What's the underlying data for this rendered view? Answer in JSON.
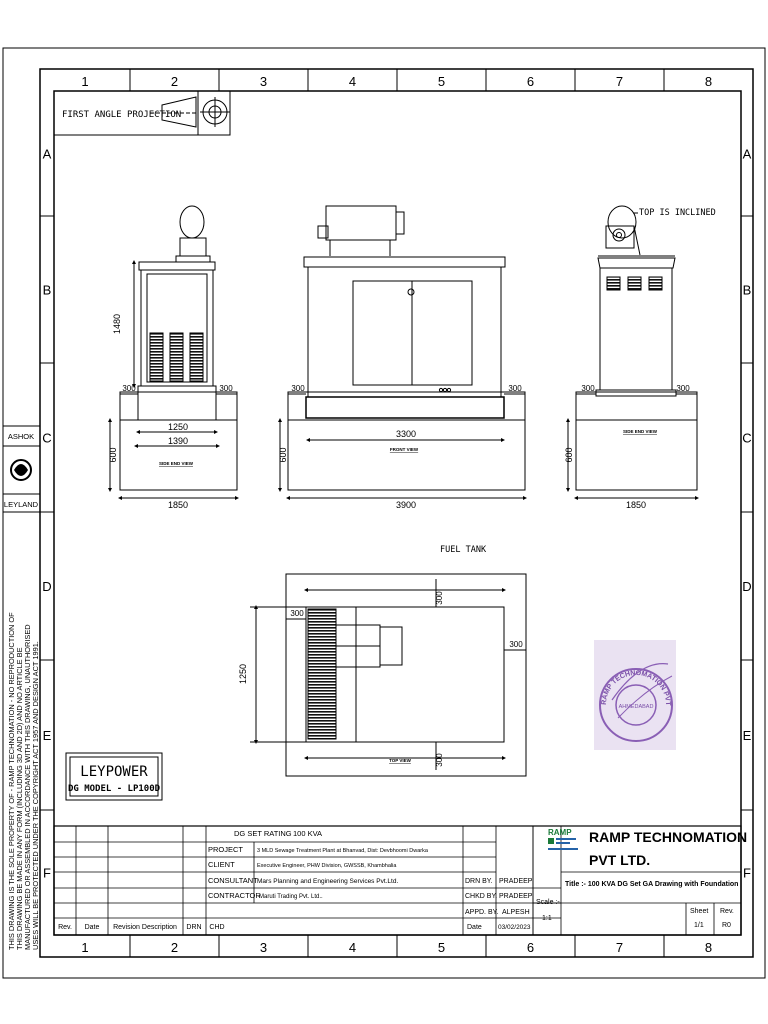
{
  "grid": {
    "columns": [
      "1",
      "2",
      "3",
      "4",
      "5",
      "6",
      "7",
      "8"
    ],
    "rows": [
      "A",
      "B",
      "C",
      "D",
      "E",
      "F"
    ]
  },
  "projection": {
    "label": "FIRST ANGLE PROJECTION"
  },
  "side_margin": {
    "logo_top": "ASHOK",
    "logo_bottom": "LEYLAND",
    "copyright_notice": [
      "THIS DRAWING IS THE SOLE PROPERTY OF - RAMP TECHNOMATION - NO REPRODUCTION OF",
      "THIS DRAWING BE MADE IN ANY FORM (INCLUDING 3D AND 2D) AND NO ARTICLE BE",
      "MANUFACTURED OR ASSEMBLED IN ACCORDANCE WITH THIS DRAWING, UNAUTHORISED",
      "USES WILL BE PROTECTED UNDER THE COPYRIGHT ACT 1957 AND DESIGN ACT 1991."
    ]
  },
  "views": {
    "side_left": {
      "label": "SIDE END VIEW",
      "dims": {
        "height": "1480",
        "left_offset": "300",
        "right_offset": "300",
        "inner_width": "1250",
        "outer_width": "1390",
        "foundation_height": "600",
        "foundation_width": "1850"
      }
    },
    "front": {
      "label": "FRONT VIEW",
      "dims": {
        "left_offset": "300",
        "right_offset": "300",
        "inner_width": "3300",
        "foundation_height": "600",
        "foundation_width": "3900"
      }
    },
    "side_right": {
      "label": "SIDE END VIEW",
      "note": "TOP IS INCLINED",
      "dims": {
        "left_offset": "300",
        "right_offset": "300",
        "foundation_height": "600",
        "foundation_width": "1850"
      }
    },
    "top": {
      "label": "TOP VIEW",
      "note": "FUEL TANK",
      "dims": {
        "width": "1250",
        "top_offset": "300",
        "bottom_offset": "300",
        "left_offset": "300",
        "right_offset": "300"
      }
    }
  },
  "model_box": {
    "brand": "LEYPOWER",
    "model": "DG MODEL - LP100D"
  },
  "stamp": {
    "top_text": "RAMP TECHNOMATION PVT. LTD.",
    "center_text": "AHMEDABAD"
  },
  "title_block": {
    "rating_label": "DG SET RATING",
    "rating_value": "100 KVA",
    "project_label": "PROJECT",
    "project_value": "3 MLD Sewage Treatment Plant at Bhanvad, Dist: Devbhoomi Dwarka",
    "client_label": "CLIENT",
    "client_value": "Executive Engineer, PHW Division, GWSSB, Khambhalia",
    "consultant_label": "CONSULTANT",
    "consultant_value": "Mars Planning and Engineering Services Pvt.Ltd.",
    "contractor_label": "CONTRACTOR",
    "contractor_value": "Maruti Trading Pvt. Ltd..",
    "drn_label": "DRN BY.",
    "drn_value": "PRADEEP",
    "chkd_label": "CHKD BY.",
    "chkd_value": "PRADEEP",
    "appd_label": "APPD. BY.",
    "appd_value": "ALPESH",
    "date_label": "Date",
    "date_value": "03/02/2023",
    "scale_label": "Scale :-",
    "scale_value": "1:1",
    "title_text": "Title :- 100 KVA DG Set GA Drawing with Foundation",
    "sheet_label": "Sheet",
    "sheet_value": "1/1",
    "rev_label": "Rev.",
    "rev_value": "R0",
    "company_line1": "RAMP TECHNOMATION",
    "company_line2": "PVT LTD.",
    "company_logo": "RAMP",
    "rev_table_headers": [
      "Rev.",
      "Date",
      "Revision Description",
      "DRN",
      "CHD"
    ]
  }
}
